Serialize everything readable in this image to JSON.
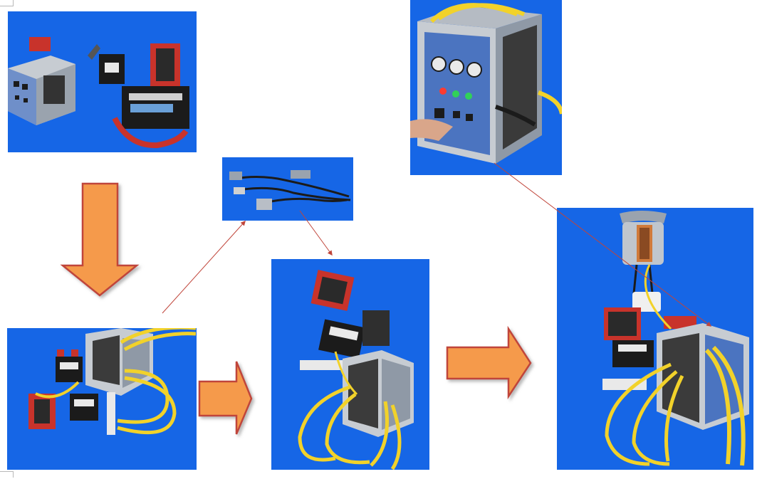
{
  "diagram": {
    "title": "",
    "colors": {
      "panel_blue": "#1666e6",
      "arrow_fill": "#f59a4c",
      "arrow_stroke": "#c0453a",
      "connector_line": "#c0453a",
      "cable_yellow": "#f2d22a",
      "cabinet_grey": "#c7ccd2",
      "cabinet_face": "#4b74c0",
      "component_red": "#c8332b",
      "component_black": "#1b1b1b"
    },
    "panels": [
      {
        "id": "p1",
        "subject": "exploded-cabinet-and-components"
      },
      {
        "id": "p2",
        "subject": "assembled-components-with-yellow-cables"
      },
      {
        "id": "p3",
        "subject": "wiring-harness"
      },
      {
        "id": "p4",
        "subject": "cabinet-with-cables-and-components"
      },
      {
        "id": "p5",
        "subject": "cabinet-with-meters-and-lights"
      },
      {
        "id": "p6",
        "subject": "full-system-with-furnace"
      }
    ],
    "connectors": [
      {
        "from": "p1",
        "to": "p2",
        "style": "block-arrow-down"
      },
      {
        "from": "p2",
        "to": "p3",
        "style": "thin-line-arrow"
      },
      {
        "from": "p3",
        "to": "p4",
        "style": "thin-line-arrow"
      },
      {
        "from": "p2",
        "to": "p4",
        "style": "block-arrow-right"
      },
      {
        "from": "p4",
        "to": "p6",
        "style": "block-arrow-right"
      },
      {
        "from": "p5",
        "to": "p6",
        "style": "thin-line-arrow"
      }
    ]
  }
}
